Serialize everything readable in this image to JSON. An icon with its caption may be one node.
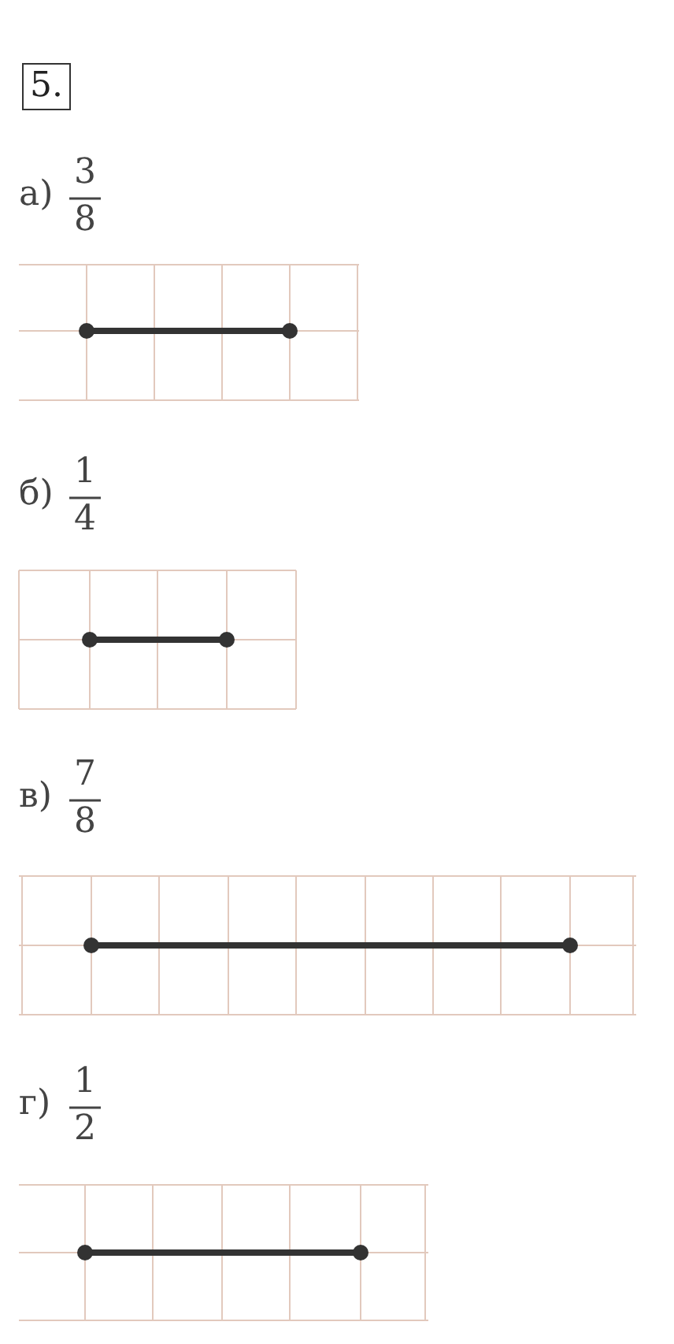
{
  "diagram": {
    "labels": [
      "5.",
      "а)",
      "3",
      "8",
      "б)",
      "1",
      "4",
      "в)",
      "7",
      "8",
      "г)",
      "1",
      "2"
    ]
  }
}
